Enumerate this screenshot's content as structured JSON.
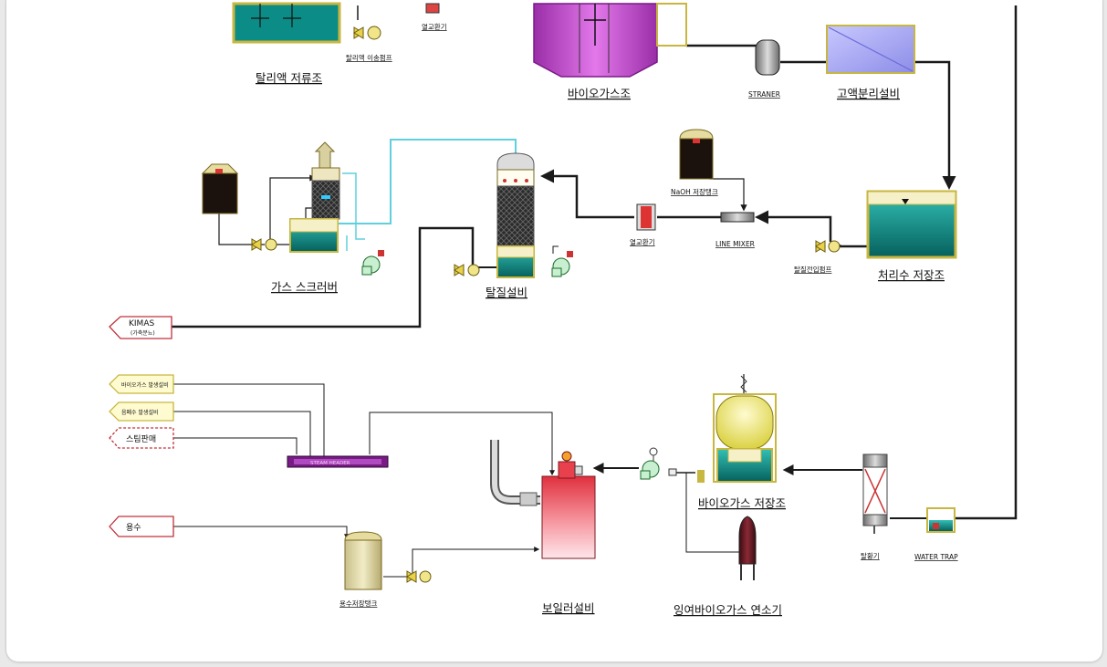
{
  "labels": {
    "stripping_tank": "탈리액 저류조",
    "stripping_pump": "탈리액 이송펌프",
    "heat_exchanger_top": "열교환기",
    "biogas_tank": "바이오가스조",
    "strainer": "STRANER",
    "solid_separator": "고액분리설비",
    "gas_scrubber": "가스 스크러버",
    "naoh_tank": "NaOH 저장탱크",
    "line_mixer": "LINE MIXER",
    "heat_exchanger_mid": "열교환기",
    "deodorizer": "탈질설비",
    "deodorizer_pump": "탈질전입펌프",
    "treated_water_tank": "처리수 저장조",
    "biogas_storage": "바이오가스 저장조",
    "boiler": "보일러설비",
    "desulfurizer": "탈황기",
    "water_trap": "WATER TRAP",
    "water_storage_tank": "용수저장탱크",
    "surplus_burner": "잉여바이오가스 연소기",
    "steam_header": "STEAM HEADER"
  },
  "tags": {
    "kimas": "KIMAS",
    "kimas_sub": "(가축분뇨)",
    "biogas_plant": "바이오가스 발생설비",
    "waste_plant": "음폐수 발생설비",
    "steam_sale": "스팀판매",
    "water_supply": "용수"
  },
  "colors": {
    "magenta_tank": "#c64fd0",
    "teal_water": "#0b8c86",
    "pipe_black": "#1a1a1a",
    "pipe_cyan": "#5fd0dc",
    "boiler_red": "#e8404c",
    "frame_bg": "#e9e9e9"
  }
}
